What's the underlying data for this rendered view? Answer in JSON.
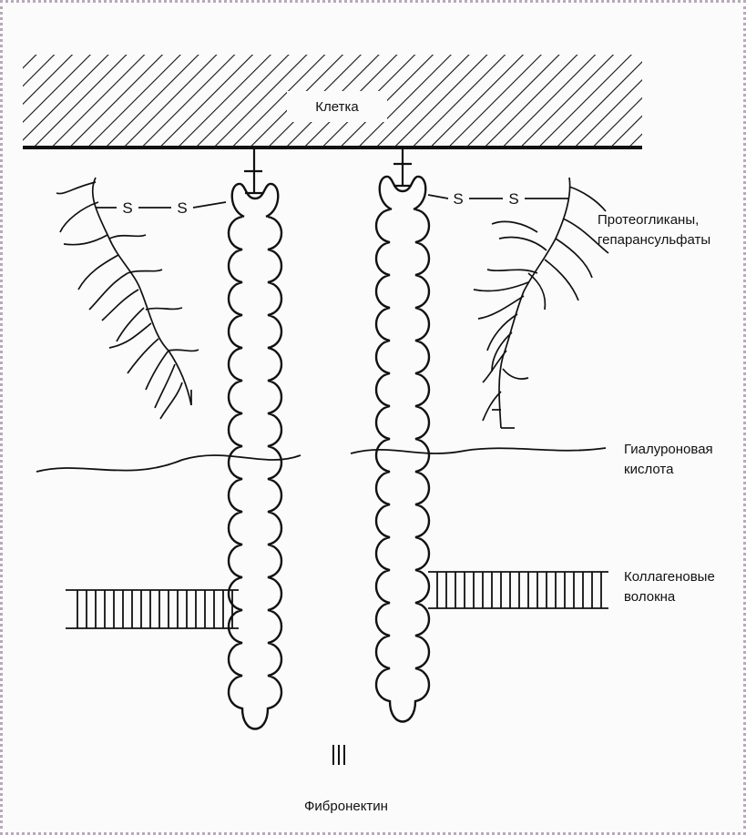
{
  "labels": {
    "cell": "Клетка",
    "proteoglycans": "Протеогликаны,",
    "heparan_sulfates": "гепарансульфаты",
    "hyaluronic_1": "Гиалуроновая",
    "hyaluronic_2": "кислота",
    "collagen_1": "Коллагеновые",
    "collagen_2": "волокна",
    "fibronectin": "Фибронектин",
    "s_left_1": "S",
    "s_left_2": "S",
    "s_right_1": "S",
    "s_right_2": "S"
  },
  "colors": {
    "ink": "#111111",
    "background": "#fbfbfb",
    "frame": "#b9a9bd",
    "bleed_text": "#9a9a9a"
  }
}
